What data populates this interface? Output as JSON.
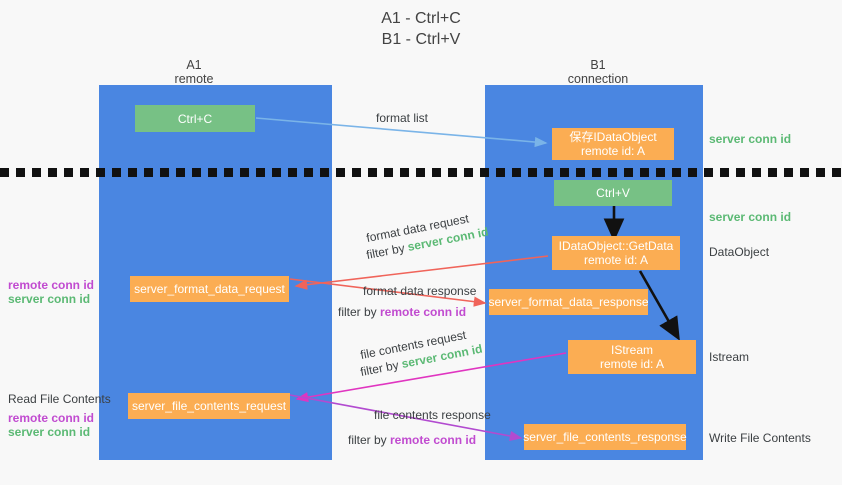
{
  "title": {
    "line1": "A1 - Ctrl+C",
    "line2": "B1 - Ctrl+V"
  },
  "columns": [
    {
      "id": "A1",
      "name": "A1",
      "sub": "remote"
    },
    {
      "id": "B1",
      "name": "B1",
      "sub": "connection"
    }
  ],
  "boxes": {
    "ctrl_c": {
      "label": "Ctrl+C",
      "color": "#77c185"
    },
    "save_idataobject": {
      "line1": "保存IDataObject",
      "line2": "remote id: A",
      "color": "#fbad53"
    },
    "ctrl_v": {
      "label": "Ctrl+V",
      "color": "#77c185"
    },
    "getdata": {
      "line1": "IDataObject::GetData",
      "line2": "remote id: A",
      "color": "#fbad53"
    },
    "server_format_data_request": {
      "label": "server_format_data_request",
      "color": "#fbad53"
    },
    "server_format_data_response": {
      "label": "server_format_data_response",
      "color": "#fbad53"
    },
    "istream": {
      "line1": "IStream",
      "line2": "remote id: A",
      "color": "#fbad53"
    },
    "server_file_contents_request": {
      "label": "server_file_contents_request",
      "color": "#fbad53"
    },
    "server_file_contents_response": {
      "label": "server_file_contents_response",
      "color": "#fbad53"
    }
  },
  "edge_labels": {
    "format_list": "format list",
    "format_data_request": "format data request",
    "format_data_request_filter_prefix": "filter by ",
    "format_data_request_filter_value": "server conn id",
    "format_data_response": "format data response",
    "format_data_response_filter_prefix": "filter by ",
    "format_data_response_filter_value": "remote conn id",
    "file_contents_request": "file contents request",
    "file_contents_request_filter_prefix": "filter by ",
    "file_contents_request_filter_value": "server conn id",
    "file_contents_response": "file contents response",
    "file_contents_response_filter_prefix": "filter by ",
    "file_contents_response_filter_value": "remote conn id"
  },
  "right_annotations": [
    {
      "text": "server conn id",
      "style": "green"
    },
    {
      "text": "server conn id",
      "style": "green"
    },
    {
      "text": "DataObject",
      "style": "plain"
    },
    {
      "text": "Istream",
      "style": "plain"
    },
    {
      "text": "Write File Contents",
      "style": "plain"
    }
  ],
  "left_annotations": {
    "group1_remote": "remote conn id",
    "group1_server": "server conn id",
    "read_file_contents": "Read File Contents",
    "group2_remote": "remote conn id",
    "group2_server": "server conn id"
  },
  "colors": {
    "lane": "#4a86e1",
    "green": "#77c185",
    "orange": "#fbad53",
    "green_text": "#5bb974",
    "magenta_text": "#c14bd0",
    "arrow_blue": "#7ab4e8",
    "arrow_red": "#f0645a",
    "arrow_magenta": "#e035c0",
    "arrow_purple": "#b24bd0",
    "arrow_black": "#111111",
    "background": "#f8f8f8"
  }
}
